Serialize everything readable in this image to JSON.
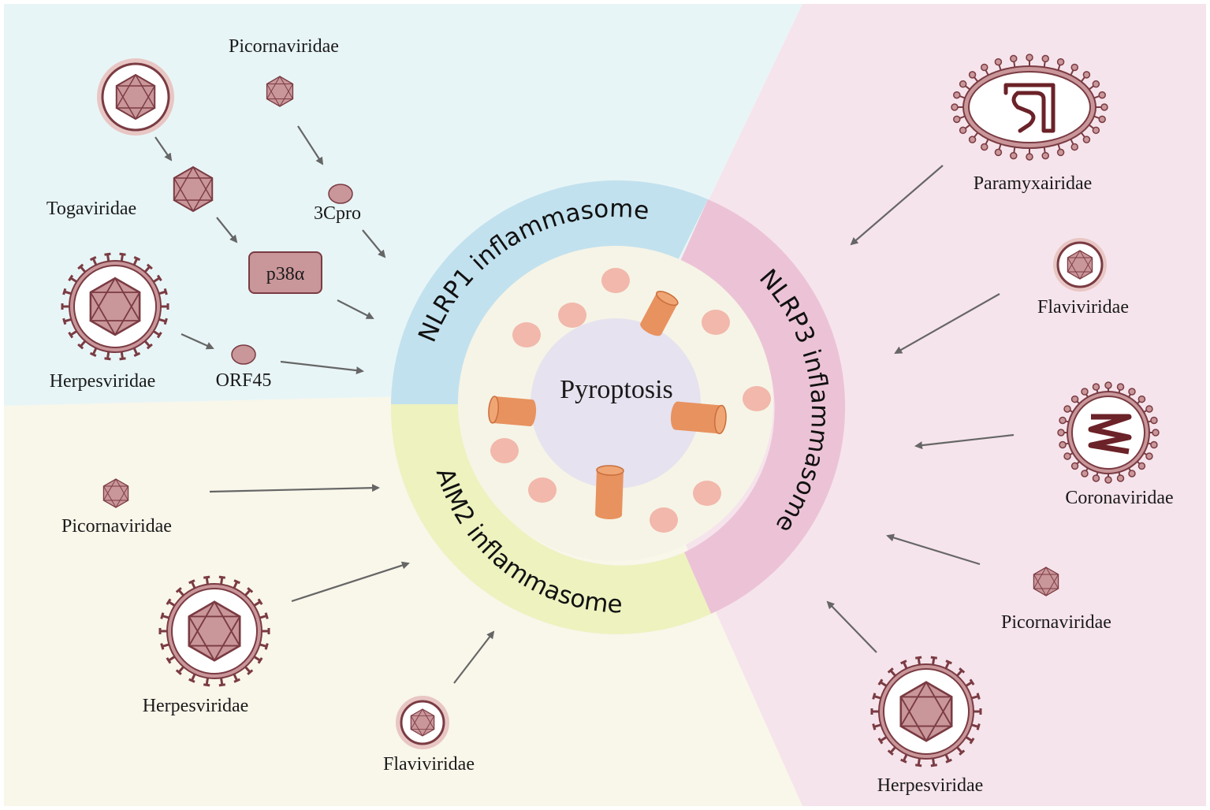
{
  "center": {
    "label": "Pyroptosis"
  },
  "rings": {
    "nlrp1": {
      "label": "NLRP1 inflammasome",
      "color": "#c2e1ee"
    },
    "nlrp3": {
      "label": "NLRP3 inflammasome",
      "color": "#ecc3d6"
    },
    "aim2": {
      "label": "AIM2 inflammasome",
      "color": "#edf2bf"
    }
  },
  "quadrants": {
    "nlrp1_bg": "#e8f5f6",
    "nlrp3_bg": "#f6e4ec",
    "aim2_bg": "#f9f6ea"
  },
  "nlrp1_side": {
    "togaviridae": "Togaviridae",
    "picornaviridae": "Picornaviridae",
    "protease": "3Cpro",
    "kinase": "p38α",
    "herpesviridae": "Herpesviridae",
    "viral_protein": "ORF45"
  },
  "nlrp3_side": {
    "paramyxoviridae": "Paramyxairidae",
    "flaviviridae": "Flaviviridae",
    "coronaviridae": "Coronaviridae",
    "picornaviridae": "Picornaviridae",
    "herpesviridae": "Herpesviridae"
  },
  "aim2_side": {
    "picornaviridae": "Picornaviridae",
    "herpesviridae": "Herpesviridae",
    "flaviviridae": "Flaviviridae"
  },
  "colors": {
    "virus_fill": "#c9969a",
    "virus_stroke": "#7a3b42",
    "arrow": "#666666",
    "pore": "#e8925f",
    "granule": "#f1b8ab",
    "inner_ring": "#f6f4e6",
    "core": "#e6e2ef"
  }
}
